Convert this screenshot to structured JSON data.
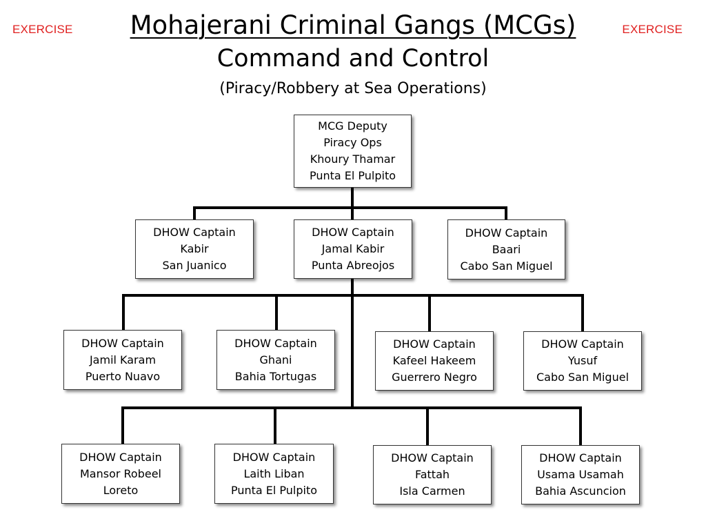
{
  "markings": {
    "left": "EXERCISE",
    "right": "EXERCISE"
  },
  "title": {
    "main": "Mohajerani Criminal Gangs (MCGs)",
    "subtitle": "Command and Control",
    "note": "(Piracy/Robbery at Sea Operations)"
  },
  "colors": {
    "marking": "#e02020",
    "text": "#000000",
    "lines": "#000000",
    "box_border": "#333333"
  },
  "org_chart": {
    "root": {
      "role": "MCG Deputy",
      "unit": "Piracy Ops",
      "name": "Khoury Thamar",
      "location": "Punta El Pulpito"
    },
    "level1": [
      {
        "role": "DHOW Captain",
        "name": "Kabir",
        "location": "San Juanico"
      },
      {
        "role": "DHOW Captain",
        "name": "Jamal Kabir",
        "location": "Punta Abreojos"
      },
      {
        "role": "DHOW Captain",
        "name": "Baari",
        "location": "Cabo San Miguel"
      }
    ],
    "level2": [
      {
        "role": "DHOW Captain",
        "name": "Jamil Karam",
        "location": "Puerto Nuavo"
      },
      {
        "role": "DHOW Captain",
        "name": "Ghani",
        "location": "Bahia Tortugas"
      },
      {
        "role": "DHOW Captain",
        "name": "Kafeel Hakeem",
        "location": "Guerrero Negro"
      },
      {
        "role": "DHOW Captain",
        "name": "Yusuf",
        "location": "Cabo San Miguel"
      }
    ],
    "level3": [
      {
        "role": "DHOW Captain",
        "name": "Mansor Robeel",
        "location": "Loreto"
      },
      {
        "role": "DHOW Captain",
        "name": "Laith Liban",
        "location": "Punta El Pulpito"
      },
      {
        "role": "DHOW Captain",
        "name": "Fattah",
        "location": "Isla Carmen"
      },
      {
        "role": "DHOW Captain",
        "name": "Usama Usamah",
        "location": "Bahia Ascuncion"
      }
    ]
  }
}
